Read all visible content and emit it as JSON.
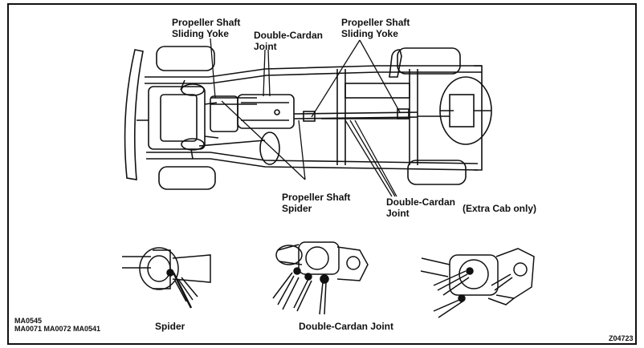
{
  "labels": {
    "prop_shaft_sliding_yoke_left": [
      "Propeller Shaft",
      "Sliding Yoke"
    ],
    "double_cardan_joint_top": [
      "Double-Cardan",
      "Joint"
    ],
    "prop_shaft_sliding_yoke_right": [
      "Propeller Shaft",
      "Sliding Yoke"
    ],
    "prop_shaft_spider": [
      "Propeller Shaft",
      "Spider"
    ],
    "double_cardan_joint_mid": [
      "Double-Cardan",
      "Joint"
    ],
    "extra_cab_note": "(Extra Cab only)",
    "detail_spider": "Spider",
    "detail_double_cardan": "Double-Cardan Joint"
  },
  "codes": {
    "line1": "MA0545",
    "line2": "MA0071 MA0072 MA0541",
    "figure_id": "Z04723"
  }
}
